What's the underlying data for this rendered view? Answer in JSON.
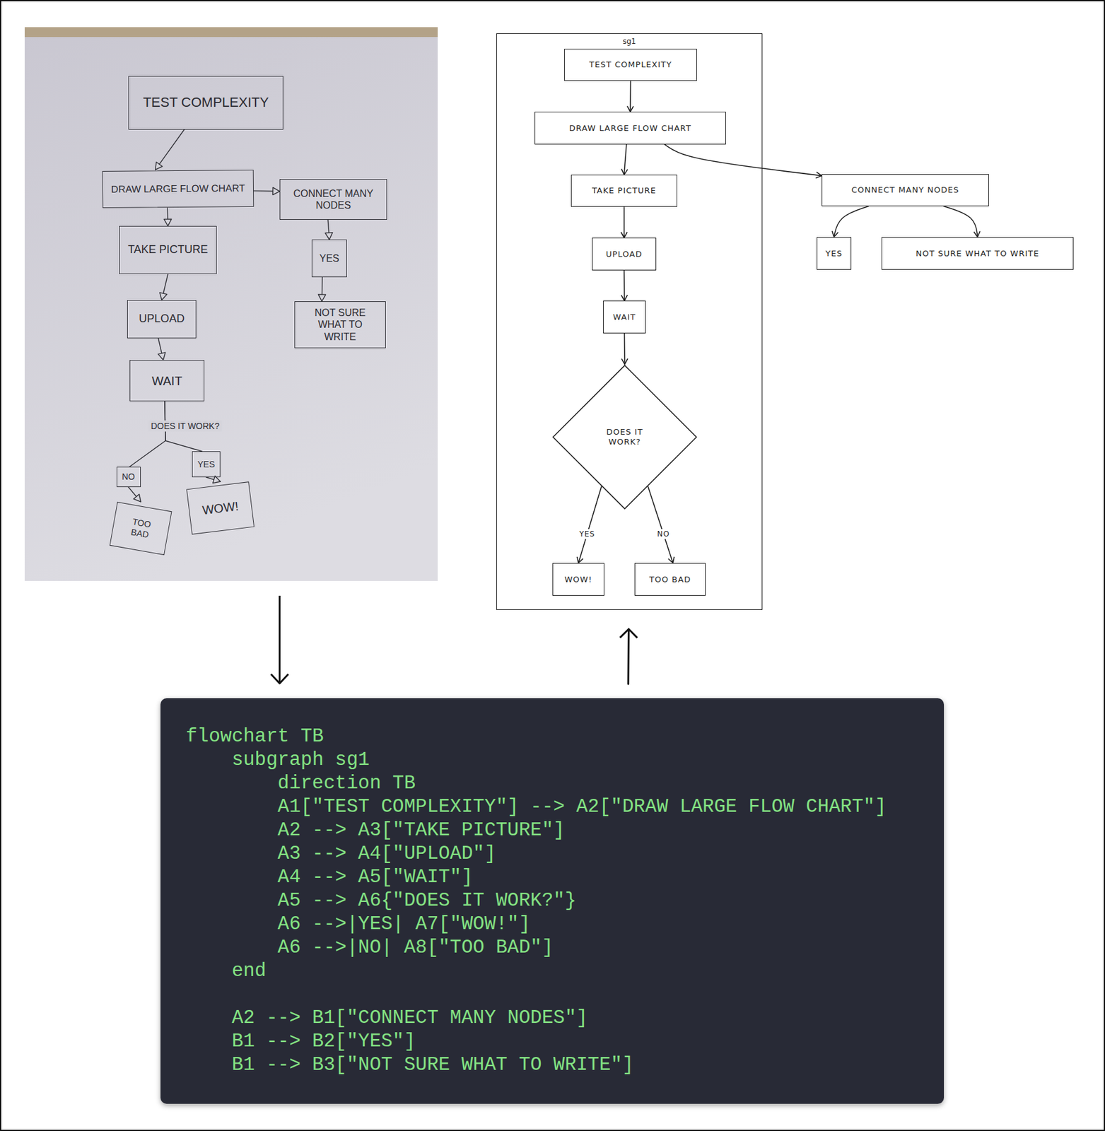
{
  "diagram": {
    "nodes": [
      {
        "text": [
          "TEST COMPLEXITY"
        ]
      },
      {
        "text": [
          "DRAW LARGE FLOW CHART"
        ]
      },
      {
        "text": [
          "CONNECT MANY NODES"
        ]
      },
      {
        "text": [
          "TAKE PICTURE"
        ]
      },
      {
        "text": [
          "YES"
        ]
      },
      {
        "text": [
          "UPLOAD"
        ]
      },
      {
        "text": [
          "NOT SURE WHAT TO WRITE"
        ]
      },
      {
        "text": [
          "WAIT"
        ]
      },
      {
        "text": [
          "NO"
        ]
      },
      {
        "text": [
          "YES"
        ]
      },
      {
        "text": [
          "TOO BAD"
        ]
      },
      {
        "text": [
          "WOW!"
        ]
      },
      {
        "text": [
          "sg1"
        ]
      },
      {
        "text": [
          "TEST COMPLEXITY"
        ],
        "in": 12
      },
      {
        "text": [
          "DRAW LARGE FLOW CHART"
        ],
        "in": 12
      },
      {
        "text": [
          "TAKE PICTURE"
        ],
        "in": 12
      },
      {
        "text": [
          "UPLOAD"
        ],
        "in": 12
      },
      {
        "text": [
          "WAIT"
        ],
        "in": 12
      },
      {
        "text": [
          "DOES IT WORK?"
        ],
        "in": 12
      },
      {
        "text": [
          "WOW!"
        ],
        "in": 12
      },
      {
        "text": [
          "TOO BAD"
        ],
        "in": 12
      },
      {
        "text": [
          "CONNECT MANY NODES"
        ]
      },
      {
        "text": [
          "YES"
        ]
      },
      {
        "text": [
          "NOT SURE WHAT TO WRITE"
        ]
      },
      {
        "text": [
          "flowchart TB",
          "subgraph sg1",
          "direction TB",
          "A1[\"TEST COMPLEXITY\"] --> A2[\"DRAW LARGE FLOW CHART\"]",
          "A2 --> A3[\"TAKE PICTURE\"]",
          "A3 --> A4[\"UPLOAD\"]",
          "A4 --> A5[\"WAIT\"]",
          "A5 --> A6{\"DOES IT WORK?\"}",
          "A6 -->|YES| A7[\"WOW!\"]",
          "A6 -->|NO| A8[\"TOO BAD\"]",
          "end",
          "A2 --> B1[\"CONNECT MANY NODES\"]",
          "B1 --> B2[\"YES\"]",
          "B1 --> B3[\"NOT SURE WHAT TO WRITE\"]"
        ]
      }
    ],
    "edges": [
      {
        "from": 0,
        "to": 1,
        "arrow": "to"
      },
      {
        "from": 1,
        "to": 2,
        "arrow": "to"
      },
      {
        "from": 1,
        "to": 3,
        "arrow": "to"
      },
      {
        "from": 2,
        "to": 4,
        "arrow": "to"
      },
      {
        "from": 4,
        "to": 6,
        "arrow": "to"
      },
      {
        "from": 3,
        "to": 5,
        "arrow": "to"
      },
      {
        "from": 5,
        "to": 7,
        "arrow": "to"
      },
      {
        "from": 7,
        "to": 8,
        "arrow": "none"
      },
      {
        "from": 7,
        "to": 9,
        "arrow": "none"
      },
      {
        "from": 8,
        "to": 10,
        "arrow": "to"
      },
      {
        "from": 9,
        "to": 11,
        "arrow": "to"
      },
      {
        "from": 13,
        "to": 14,
        "arrow": "to"
      },
      {
        "from": 14,
        "to": 15,
        "arrow": "to"
      },
      {
        "from": 15,
        "to": 16,
        "arrow": "to"
      },
      {
        "from": 16,
        "to": 17,
        "arrow": "to"
      },
      {
        "from": 17,
        "to": 18,
        "arrow": "to"
      },
      {
        "from": 18,
        "to": 19,
        "label": "YES",
        "arrow": "to"
      },
      {
        "from": 18,
        "to": 20,
        "label": "NO",
        "arrow": "to"
      },
      {
        "from": 14,
        "to": 21,
        "arrow": "to"
      },
      {
        "from": 21,
        "to": 22,
        "arrow": "to"
      },
      {
        "from": 21,
        "to": 23,
        "arrow": "to"
      },
      {
        "from": 24,
        "to": 12,
        "arrow": "to"
      }
    ],
    "labels": [
      "DOES IT WORK?"
    ]
  }
}
